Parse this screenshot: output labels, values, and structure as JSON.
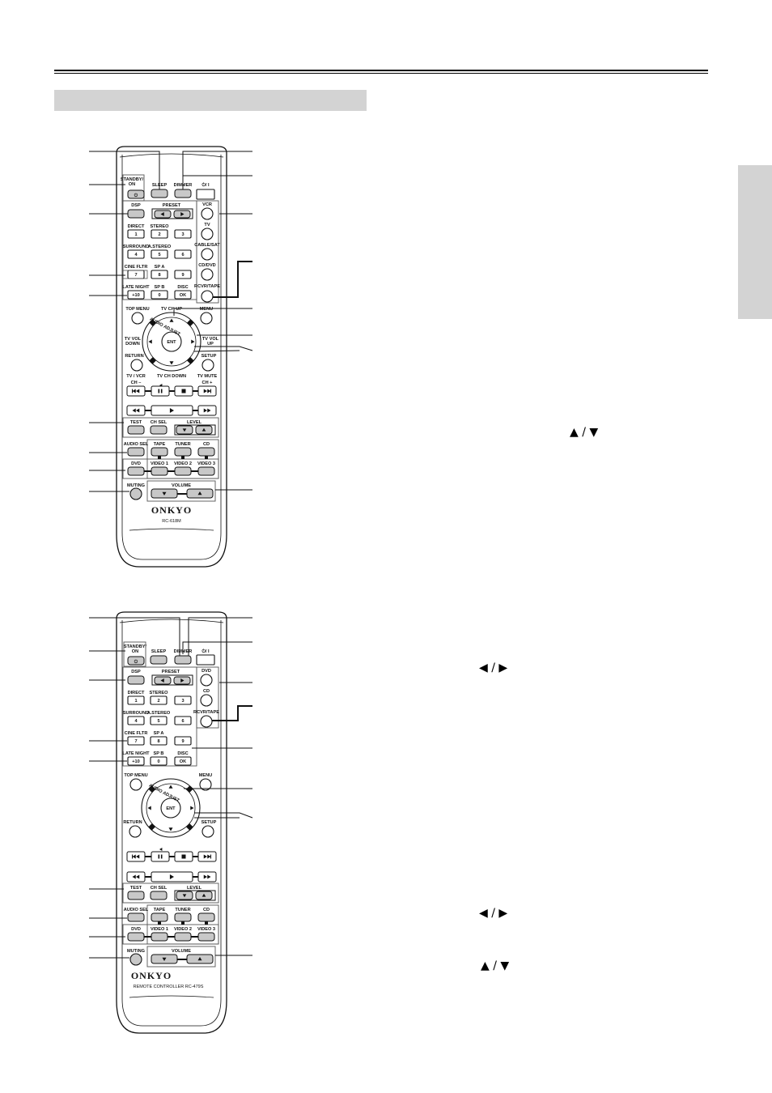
{
  "remote_a": {
    "buttons": {
      "standby_on": "STANDBY/\nON",
      "sleep": "SLEEP",
      "dimmer": "DIMMER",
      "power": "⏻/ I",
      "dsp": "DSP",
      "preset": "PRESET",
      "vcr": "VCR",
      "tv": "TV",
      "cable_sat": "CABLE/SAT",
      "cd_dvd": "CD/DVD",
      "rcvr_tape": "RCVR/TAPE",
      "direct": "DIRECT",
      "stereo": "STEREO",
      "surround": "SURROUND",
      "a_stereo": "A.STEREO",
      "cine_fltr": "CINE FLTR",
      "sp_a": "SP A",
      "late_night": "LATE NIGHT",
      "sp_b": "SP B",
      "disc": "DISC",
      "ok": "OK",
      "n1": "1",
      "n2": "2",
      "n3": "3",
      "n4": "4",
      "n5": "5",
      "n6": "6",
      "n7": "7",
      "n8": "8",
      "n9": "9",
      "n0": "0",
      "plus10": "+10",
      "top_menu": "TOP MENU",
      "tv_ch_up": "TV CH UP",
      "menu": "MENU",
      "tv_vol_down": "TV VOL\nDOWN",
      "tv_vol_up": "TV VOL\nUP",
      "audio_adjust": "AUDIO ADJUST",
      "ent": "ENT",
      "return": "RETURN",
      "tv_ch_down": "TV CH DOWN",
      "setup": "SETUP",
      "tv_vcr": "TV / VCR",
      "tv_mute": "TV MUTE",
      "ch_minus": "CH –",
      "ch_plus": "CH +",
      "test": "TEST",
      "ch_sel": "CH SEL",
      "level": "LEVEL",
      "audio_sel": "AUDIO SEL",
      "tape": "TAPE",
      "tuner": "TUNER",
      "cd": "CD",
      "dvd": "DVD",
      "video1": "VIDEO 1",
      "video2": "VIDEO 2",
      "video3": "VIDEO 3",
      "muting": "MUTING",
      "volume": "VOLUME"
    },
    "brand": "ONKYO",
    "model": "RC-618M"
  },
  "remote_b": {
    "buttons": {
      "standby_on": "STANDBY/\nON",
      "sleep": "SLEEP",
      "dimmer": "DIMMER",
      "power": "⏻/ I",
      "dsp": "DSP",
      "preset": "PRESET",
      "dvd_src": "DVD",
      "cd_src": "CD",
      "rcvr_tape": "RCVR/TAPE",
      "direct": "DIRECT",
      "stereo": "STEREO",
      "surround": "SURROUND",
      "a_stereo": "A.STEREO",
      "cine_fltr": "CINE FLTR",
      "sp_a": "SP A",
      "late_night": "LATE NIGHT",
      "sp_b": "SP B",
      "disc": "DISC",
      "ok": "OK",
      "n1": "1",
      "n2": "2",
      "n3": "3",
      "n4": "4",
      "n5": "5",
      "n6": "6",
      "n7": "7",
      "n8": "8",
      "n9": "9",
      "n0": "0",
      "plus10": "+10",
      "top_menu": "TOP MENU",
      "menu": "MENU",
      "audio_adjust": "AUDIO ADJUST",
      "ent": "ENT",
      "return": "RETURN",
      "setup": "SETUP",
      "test": "TEST",
      "ch_sel": "CH SEL",
      "level": "LEVEL",
      "audio_sel": "AUDIO SEL",
      "tape": "TAPE",
      "tuner": "TUNER",
      "cd": "CD",
      "dvd": "DVD",
      "video1": "VIDEO 1",
      "video2": "VIDEO 2",
      "video3": "VIDEO 3",
      "muting": "MUTING",
      "volume": "VOLUME"
    },
    "brand": "ONKYO",
    "model": "REMOTE CONTROLLER   RC-479S"
  },
  "right_column_symbols": [
    "▲ / ▼",
    "◀ / ▶",
    "◀ / ▶",
    "▲ / ▼"
  ]
}
